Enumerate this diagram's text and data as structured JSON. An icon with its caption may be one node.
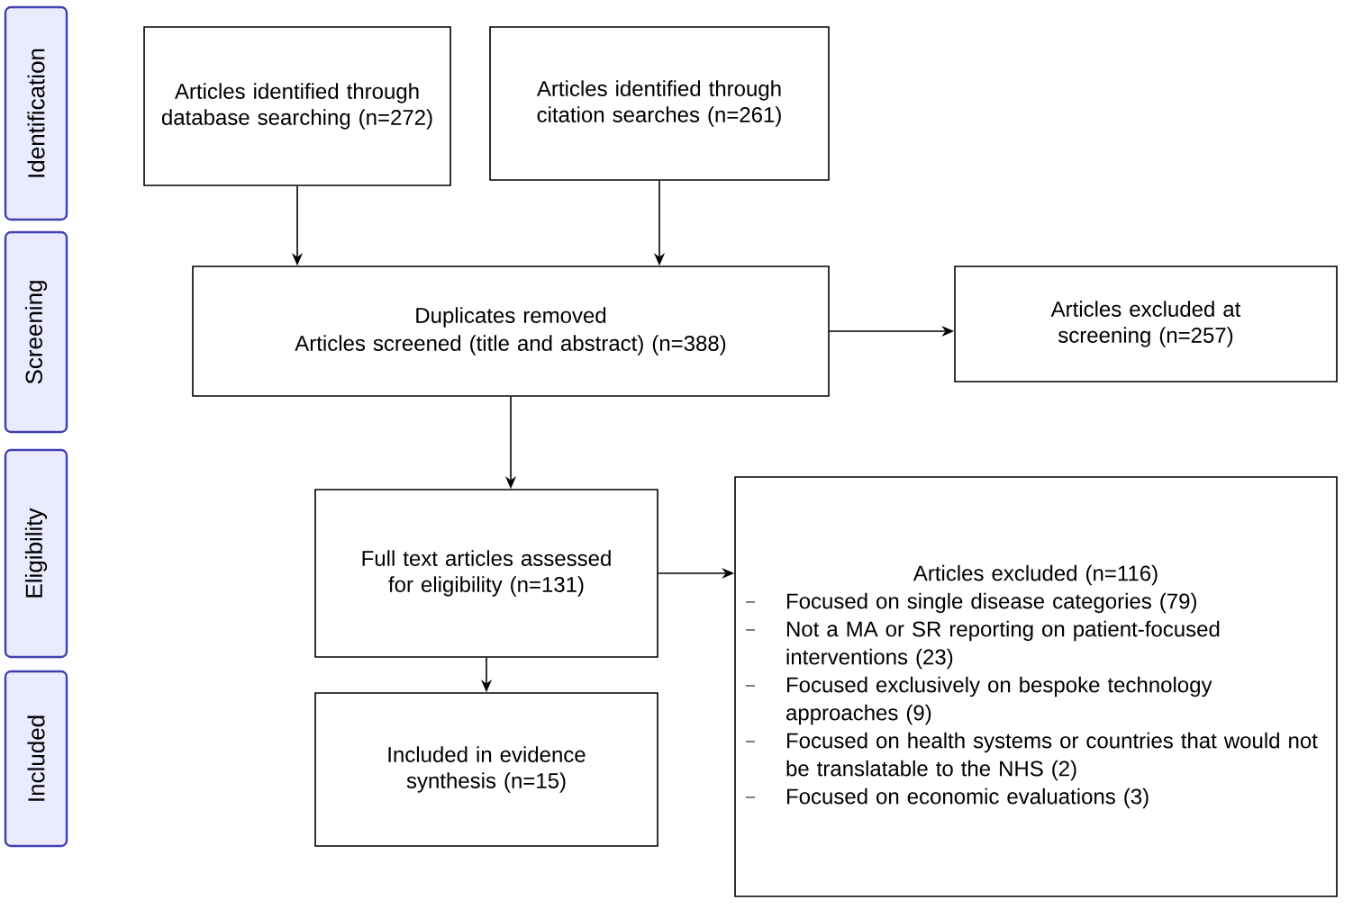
{
  "diagram": {
    "nodes": [
      {
        "text": [
          "Identification"
        ]
      },
      {
        "text": [
          "Screening"
        ]
      },
      {
        "text": [
          "Eligibility"
        ]
      },
      {
        "text": [
          "Included"
        ]
      },
      {
        "text": [
          "Articles identified through database searching (n=272)"
        ]
      },
      {
        "text": [
          "Articles identified through citation searches (n=261)"
        ]
      },
      {
        "text": [
          "Duplicates removed",
          "Articles screened (title and abstract) (n=388)"
        ]
      },
      {
        "text": [
          "Articles excluded at screening (n=257)"
        ]
      },
      {
        "text": [
          "Full text articles assessed for eligibility (n=131)"
        ]
      },
      {
        "text": [
          "Articles excluded (n=116)",
          "Focused on single disease categories (79)",
          "Not a MA or SR reporting on patient-focused interventions (23)",
          "Focused exclusively on bespoke technology approaches (9)",
          "Focused on health systems or countries that would not be translatable to the NHS (2)",
          "Focused on economic evaluations (3)"
        ]
      },
      {
        "text": [
          "Included in evidence synthesis (n=15)"
        ]
      }
    ],
    "edges": [
      {
        "from": 4,
        "to": 6,
        "arrow": "to"
      },
      {
        "from": 5,
        "to": 6,
        "arrow": "to"
      },
      {
        "from": 6,
        "to": 7,
        "arrow": "to"
      },
      {
        "from": 6,
        "to": 8,
        "arrow": "to"
      },
      {
        "from": 8,
        "to": 9,
        "arrow": "to"
      },
      {
        "from": 8,
        "to": 10,
        "arrow": "to"
      }
    ]
  }
}
